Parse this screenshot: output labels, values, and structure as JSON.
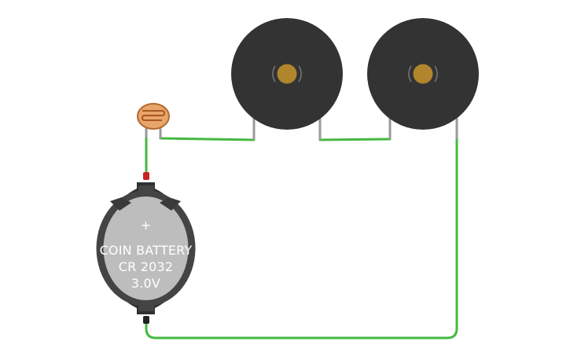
{
  "circuit": {
    "battery": {
      "line1": "COIN BATTERY",
      "line2": "CR 2032",
      "line3": "3.0V",
      "plus_symbol": "+"
    },
    "components": {
      "photoresistor": "photoresistor-icon",
      "buzzer_1": "piezo-buzzer-icon",
      "buzzer_2": "piezo-buzzer-icon"
    },
    "colors": {
      "wire": "#46b840",
      "buzzer_body": "#333333",
      "buzzer_center": "#b0852c",
      "battery_holder": "#3a3a3a",
      "battery_face": "#bdbdbd",
      "positive_terminal": "#cc2222"
    }
  }
}
